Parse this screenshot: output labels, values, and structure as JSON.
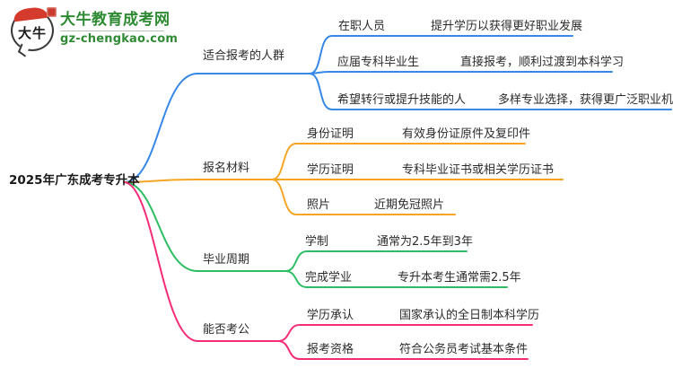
{
  "logo": {
    "badge_text": "大牛",
    "site_name": "大牛教育成考网",
    "site_domain": "gz-chengkao.com"
  },
  "colors": {
    "brand_green": "#2e8b33",
    "seal_red": "#c9392c",
    "branch_blue": "#3788e8",
    "branch_orange": "#f5a523",
    "branch_green": "#2dbe64",
    "branch_pink": "#f52d78"
  },
  "root": {
    "label": "2025年广东成考专升本"
  },
  "branches": [
    {
      "label": "适合报考的人群",
      "color": "#3788e8",
      "children": [
        {
          "keyword": "在职人员",
          "desc": "提升学历以获得更好职业发展"
        },
        {
          "keyword": "应届专科毕业生",
          "desc": "直接报考，顺利过渡到本科学习"
        },
        {
          "keyword": "希望转行或提升技能的人",
          "desc": "多样专业选择，获得更广泛职业机会"
        }
      ]
    },
    {
      "label": "报名材料",
      "color": "#f5a523",
      "children": [
        {
          "keyword": "身份证明",
          "desc": "有效身份证原件及复印件"
        },
        {
          "keyword": "学历证明",
          "desc": "专科毕业证书或相关学历证书"
        },
        {
          "keyword": "照片",
          "desc": "近期免冠照片"
        }
      ]
    },
    {
      "label": "毕业周期",
      "color": "#2dbe64",
      "children": [
        {
          "keyword": "学制",
          "desc": "通常为2.5年到3年"
        },
        {
          "keyword": "完成学业",
          "desc": "专升本考生通常需2.5年"
        }
      ]
    },
    {
      "label": "能否考公",
      "color": "#f52d78",
      "children": [
        {
          "keyword": "学历承认",
          "desc": "国家承认的全日制本科学历"
        },
        {
          "keyword": "报考资格",
          "desc": "符合公务员考试基本条件"
        }
      ]
    }
  ]
}
